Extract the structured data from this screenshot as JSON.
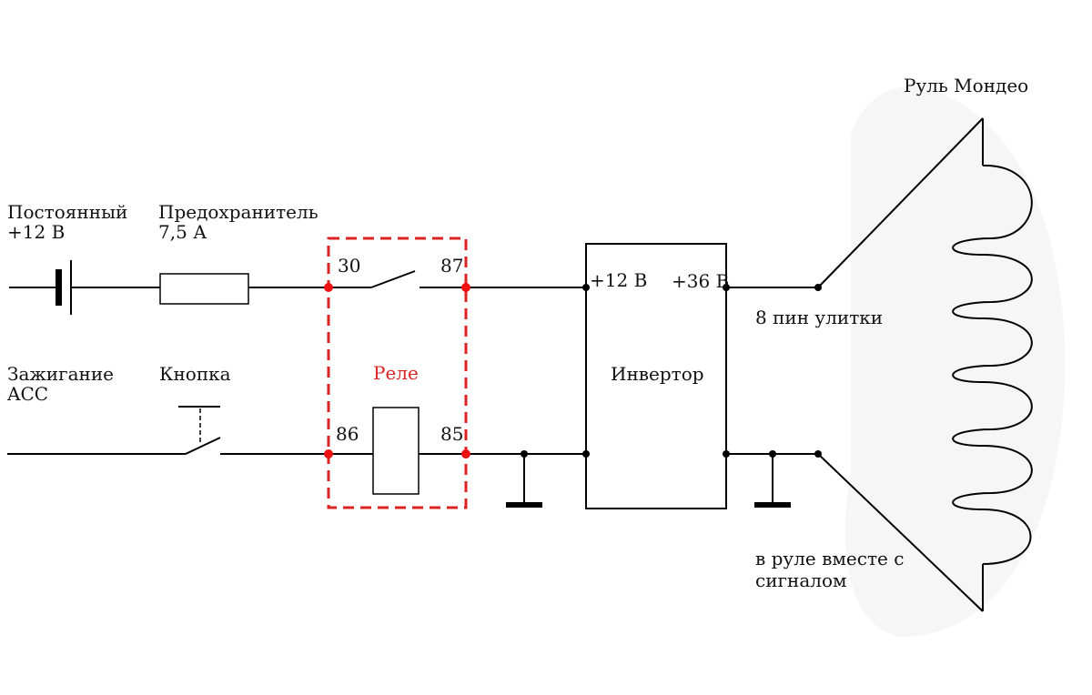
{
  "colors": {
    "line": "#000000",
    "relay_outline": "#dd2222",
    "relay_dot": "#ee1111",
    "wheel_fill": "#f6f6f6"
  },
  "labels": {
    "power_line1": "Постоянный",
    "power_line2": "+12 В",
    "fuse_line1": "Предохранитель",
    "fuse_line2": "7,5 А",
    "ignition_line1": "Зажигание",
    "ignition_line2": "ACC",
    "button": "Кнопка",
    "relay": "Реле",
    "pin_30": "30",
    "pin_87": "87",
    "pin_86": "86",
    "pin_85": "85",
    "inverter": "Инвертор",
    "inverter_in": "+12 В",
    "inverter_out": "+36 В",
    "steering_wheel": "Руль Мондео",
    "pin8": "8 пин улитки",
    "signal_line1": "в руле вместе с",
    "signal_line2": "сигналом"
  }
}
